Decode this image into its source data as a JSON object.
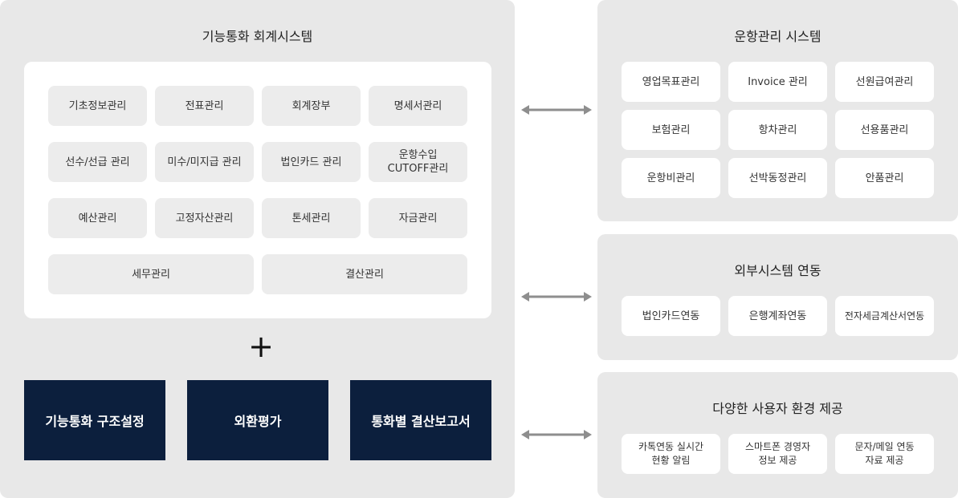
{
  "accounting_system": {
    "title": "기능통화 회계시스템",
    "modules": [
      "기초정보관리",
      "전표관리",
      "회계장부",
      "명세서관리",
      "선수/선급 관리",
      "미수/미지급 관리",
      "법인카드 관리",
      "운항수입\nCUTOFF관리",
      "예산관리",
      "고정자산관리",
      "톤세관리",
      "자금관리",
      "세무관리",
      "결산관리"
    ],
    "plus": "+",
    "features": [
      "기능통화 구조설정",
      "외환평가",
      "통화별 결산보고서"
    ]
  },
  "operation_system": {
    "title": "운항관리 시스템",
    "items": [
      "영업목표관리",
      "Invoice 관리",
      "선원급여관리",
      "보험관리",
      "항차관리",
      "선용품관리",
      "운항비관리",
      "선박동정관리",
      "안품관리"
    ]
  },
  "external_system": {
    "title": "외부시스템 연동",
    "items": [
      "법인카드연동",
      "은행계좌연동",
      "전자세금계산서연동"
    ]
  },
  "user_environment": {
    "title": "다양한 사용자 환경 제공",
    "items": [
      "카톡연동 실시간\n현황 알림",
      "스마트폰 경영자\n정보 제공",
      "문자/메일 연동\n자료 제공"
    ]
  },
  "colors": {
    "panel_bg": "#e8e8e8",
    "module_bg": "#ececec",
    "navy": "#0c1f3d",
    "arrow": "#8e8e8e"
  }
}
